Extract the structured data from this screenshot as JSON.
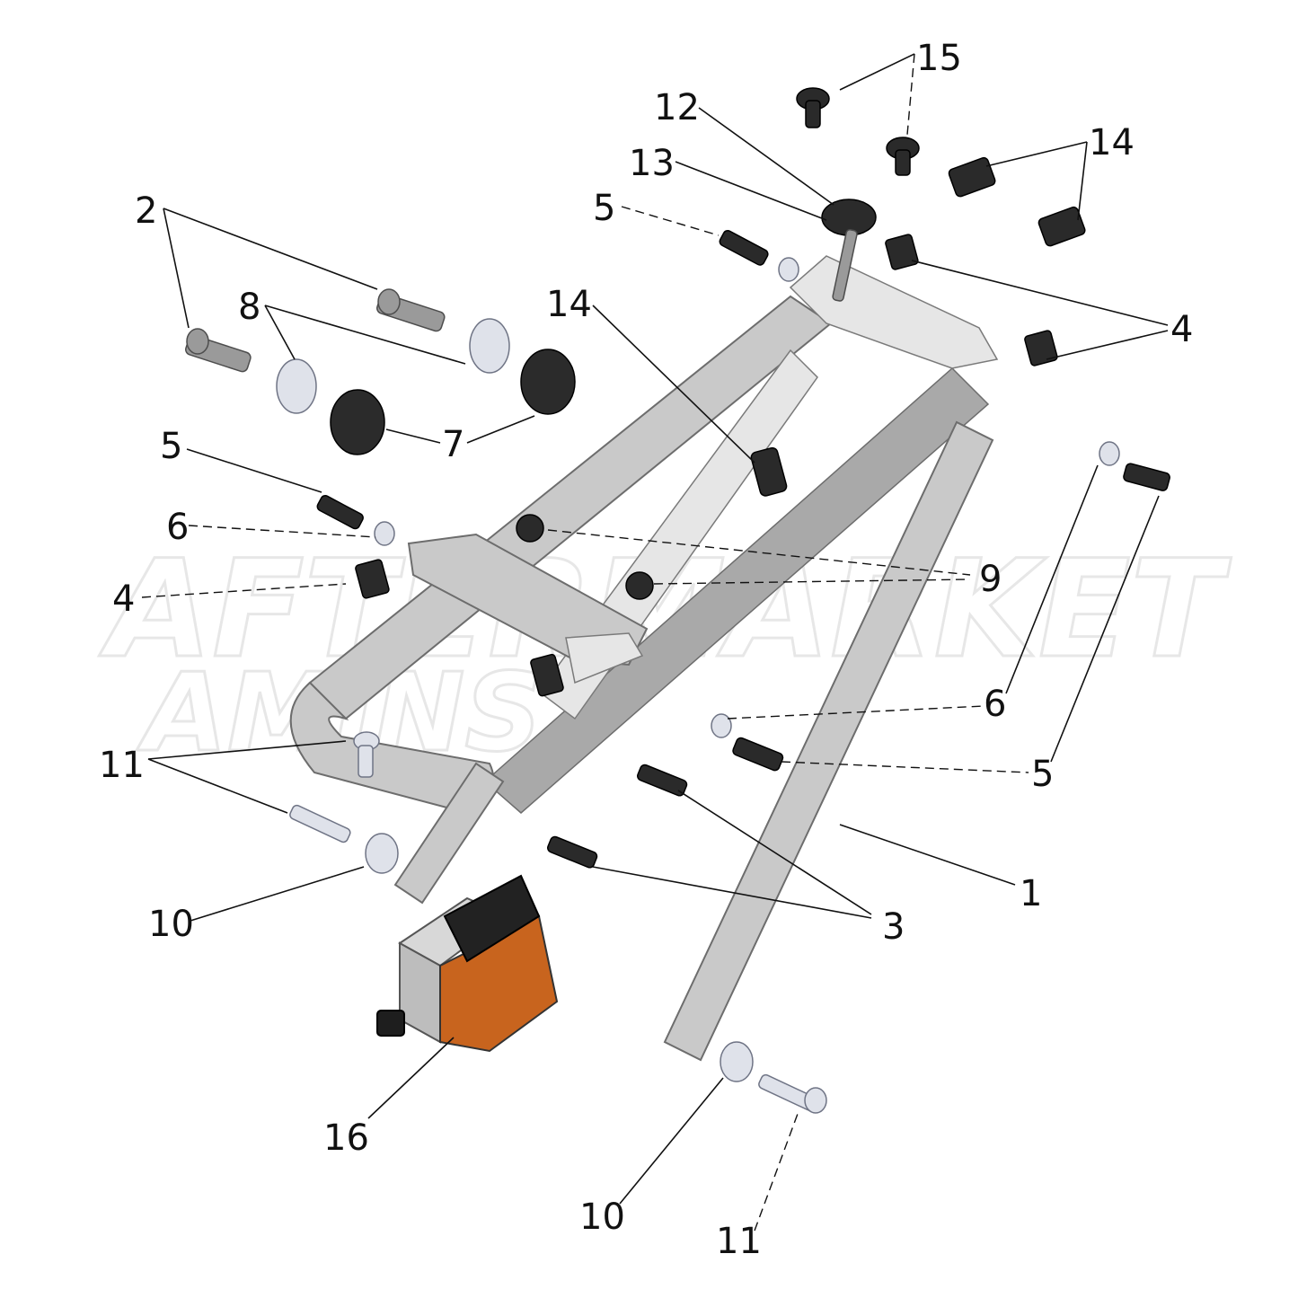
{
  "diagram": {
    "watermark_text_line1": "AFTERMARKET",
    "watermark_text_line2": "AMINS",
    "callouts": [
      {
        "id": "c1",
        "label": "1"
      },
      {
        "id": "c2",
        "label": "2"
      },
      {
        "id": "c3",
        "label": "3"
      },
      {
        "id": "c4a",
        "label": "4"
      },
      {
        "id": "c4b",
        "label": "4"
      },
      {
        "id": "c5a",
        "label": "5"
      },
      {
        "id": "c5b",
        "label": "5"
      },
      {
        "id": "c5c",
        "label": "5"
      },
      {
        "id": "c6a",
        "label": "6"
      },
      {
        "id": "c6b",
        "label": "6"
      },
      {
        "id": "c7",
        "label": "7"
      },
      {
        "id": "c8",
        "label": "8"
      },
      {
        "id": "c9",
        "label": "9"
      },
      {
        "id": "c10a",
        "label": "10"
      },
      {
        "id": "c10b",
        "label": "10"
      },
      {
        "id": "c11a",
        "label": "11"
      },
      {
        "id": "c11b",
        "label": "11"
      },
      {
        "id": "c12",
        "label": "12"
      },
      {
        "id": "c13",
        "label": "13"
      },
      {
        "id": "c14a",
        "label": "14"
      },
      {
        "id": "c14b",
        "label": "14"
      },
      {
        "id": "c15",
        "label": "15"
      },
      {
        "id": "c16",
        "label": "16"
      }
    ],
    "colors": {
      "frame": "#c9c9c9",
      "hardware_dark": "#2a2a2a",
      "washer": "#dfe2ea",
      "module_accent": "#c8641e"
    }
  }
}
